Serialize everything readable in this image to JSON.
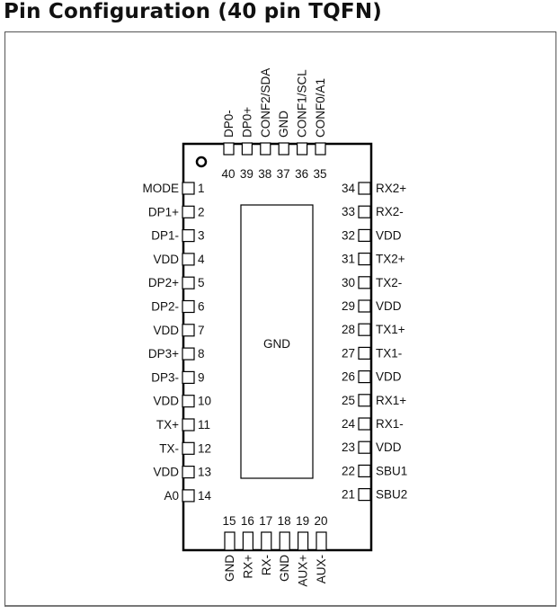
{
  "title": "Pin Configuration (40 pin TQFN)",
  "center_label": "GND",
  "pins": {
    "left": [
      {
        "num": "1",
        "name": "MODE"
      },
      {
        "num": "2",
        "name": "DP1+"
      },
      {
        "num": "3",
        "name": "DP1-"
      },
      {
        "num": "4",
        "name": "VDD"
      },
      {
        "num": "5",
        "name": "DP2+"
      },
      {
        "num": "6",
        "name": "DP2-"
      },
      {
        "num": "7",
        "name": "VDD"
      },
      {
        "num": "8",
        "name": "DP3+"
      },
      {
        "num": "9",
        "name": "DP3-"
      },
      {
        "num": "10",
        "name": "VDD"
      },
      {
        "num": "11",
        "name": "TX+"
      },
      {
        "num": "12",
        "name": "TX-"
      },
      {
        "num": "13",
        "name": "VDD"
      },
      {
        "num": "14",
        "name": "A0"
      }
    ],
    "bottom": [
      {
        "num": "15",
        "name": "GND"
      },
      {
        "num": "16",
        "name": "RX+"
      },
      {
        "num": "17",
        "name": "RX-"
      },
      {
        "num": "18",
        "name": "GND"
      },
      {
        "num": "19",
        "name": "AUX+"
      },
      {
        "num": "20",
        "name": "AUX-"
      }
    ],
    "right": [
      {
        "num": "34",
        "name": "RX2+"
      },
      {
        "num": "33",
        "name": "RX2-"
      },
      {
        "num": "32",
        "name": "VDD"
      },
      {
        "num": "31",
        "name": "TX2+"
      },
      {
        "num": "30",
        "name": "TX2-"
      },
      {
        "num": "29",
        "name": "VDD"
      },
      {
        "num": "28",
        "name": "TX1+"
      },
      {
        "num": "27",
        "name": "TX1-"
      },
      {
        "num": "26",
        "name": "VDD"
      },
      {
        "num": "25",
        "name": "RX1+"
      },
      {
        "num": "24",
        "name": "RX1-"
      },
      {
        "num": "23",
        "name": "VDD"
      },
      {
        "num": "22",
        "name": "SBU1"
      },
      {
        "num": "21",
        "name": "SBU2"
      }
    ],
    "top": [
      {
        "num": "40",
        "name": "DP0-"
      },
      {
        "num": "39",
        "name": "DP0+"
      },
      {
        "num": "38",
        "name": "CONF2/SDA"
      },
      {
        "num": "37",
        "name": "GND"
      },
      {
        "num": "36",
        "name": "CONF1/SCL"
      },
      {
        "num": "35",
        "name": "CONF0/A1"
      }
    ]
  }
}
